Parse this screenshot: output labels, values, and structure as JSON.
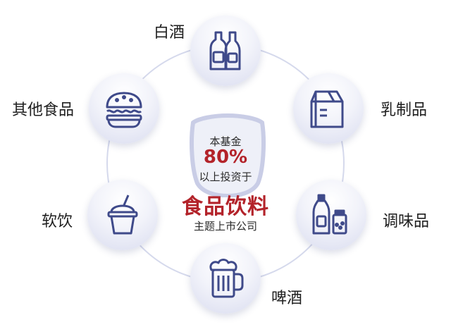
{
  "center": {
    "line1": "本基金",
    "percent": "80%",
    "line3": "以上投资于",
    "headline": "食品饮料",
    "line5": "主题上市公司"
  },
  "categories": [
    {
      "label": "白酒",
      "icon": "liquor-bottles-icon"
    },
    {
      "label": "乳制品",
      "icon": "milk-carton-icon"
    },
    {
      "label": "调味品",
      "icon": "condiment-bottles-icon"
    },
    {
      "label": "啤酒",
      "icon": "beer-mug-icon"
    },
    {
      "label": "软饮",
      "icon": "soft-drink-cup-icon"
    },
    {
      "label": "其他食品",
      "icon": "burger-icon"
    }
  ],
  "colors": {
    "icon_stroke": "#3f4a8a",
    "accent_red": "#b3232a",
    "ring": "#d5d9ec"
  }
}
